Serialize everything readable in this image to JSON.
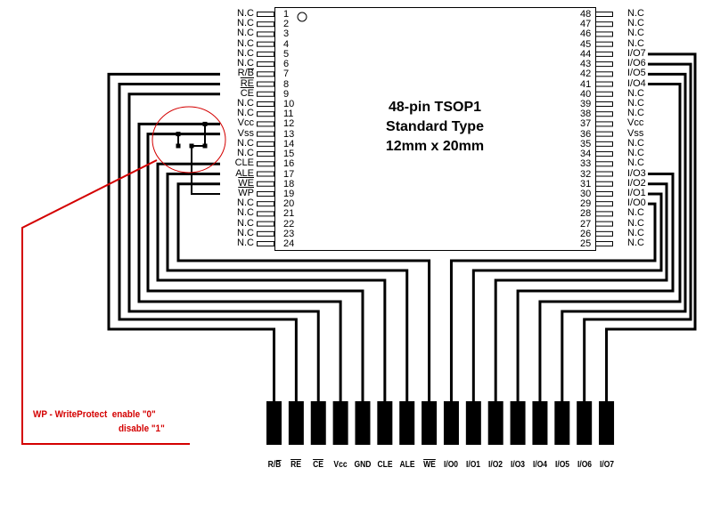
{
  "chip": {
    "title_lines": [
      "48-pin TSOP1",
      "Standard Type",
      "12mm x 20mm"
    ]
  },
  "left_pins": [
    {
      "num": "1",
      "label": "N.C"
    },
    {
      "num": "2",
      "label": "N.C"
    },
    {
      "num": "3",
      "label": "N.C"
    },
    {
      "num": "4",
      "label": "N.C"
    },
    {
      "num": "5",
      "label": "N.C"
    },
    {
      "num": "6",
      "label": "N.C"
    },
    {
      "num": "7",
      "label": "R/B",
      "overline": "B"
    },
    {
      "num": "8",
      "label": "RE",
      "overline": "all"
    },
    {
      "num": "9",
      "label": "CE",
      "overline": "all"
    },
    {
      "num": "10",
      "label": "N.C"
    },
    {
      "num": "11",
      "label": "N.C"
    },
    {
      "num": "12",
      "label": "Vcc"
    },
    {
      "num": "13",
      "label": "Vss"
    },
    {
      "num": "14",
      "label": "N.C"
    },
    {
      "num": "15",
      "label": "N.C"
    },
    {
      "num": "16",
      "label": "CLE"
    },
    {
      "num": "17",
      "label": "ALE"
    },
    {
      "num": "18",
      "label": "WE",
      "overline": "all"
    },
    {
      "num": "19",
      "label": "WP",
      "overline": "all"
    },
    {
      "num": "20",
      "label": "N.C"
    },
    {
      "num": "21",
      "label": "N.C"
    },
    {
      "num": "22",
      "label": "N.C"
    },
    {
      "num": "23",
      "label": "N.C"
    },
    {
      "num": "24",
      "label": "N.C"
    }
  ],
  "right_pins": [
    {
      "num": "48",
      "label": "N.C"
    },
    {
      "num": "47",
      "label": "N.C"
    },
    {
      "num": "46",
      "label": "N.C"
    },
    {
      "num": "45",
      "label": "N.C"
    },
    {
      "num": "44",
      "label": "I/O7"
    },
    {
      "num": "43",
      "label": "I/O6"
    },
    {
      "num": "42",
      "label": "I/O5"
    },
    {
      "num": "41",
      "label": "I/O4"
    },
    {
      "num": "40",
      "label": "N.C"
    },
    {
      "num": "39",
      "label": "N.C"
    },
    {
      "num": "38",
      "label": "N.C"
    },
    {
      "num": "37",
      "label": "Vcc"
    },
    {
      "num": "36",
      "label": "Vss"
    },
    {
      "num": "35",
      "label": "N.C"
    },
    {
      "num": "34",
      "label": "N.C"
    },
    {
      "num": "33",
      "label": "N.C"
    },
    {
      "num": "32",
      "label": "I/O3"
    },
    {
      "num": "31",
      "label": "I/O2"
    },
    {
      "num": "30",
      "label": "I/O1"
    },
    {
      "num": "29",
      "label": "I/O0"
    },
    {
      "num": "28",
      "label": "N.C"
    },
    {
      "num": "27",
      "label": "N.C"
    },
    {
      "num": "26",
      "label": "N.C"
    },
    {
      "num": "25",
      "label": "N.C"
    }
  ],
  "connector": {
    "pads": [
      {
        "label": "R/B",
        "overline": "B"
      },
      {
        "label": "RE",
        "overline": "all"
      },
      {
        "label": "CE",
        "overline": "all"
      },
      {
        "label": "Vcc"
      },
      {
        "label": "GND"
      },
      {
        "label": "CLE"
      },
      {
        "label": "ALE"
      },
      {
        "label": "WE",
        "overline": "all"
      },
      {
        "label": "I/O0"
      },
      {
        "label": "I/O1"
      },
      {
        "label": "I/O2"
      },
      {
        "label": "I/O3"
      },
      {
        "label": "I/O4"
      },
      {
        "label": "I/O5"
      },
      {
        "label": "I/O6"
      },
      {
        "label": "I/O7"
      }
    ]
  },
  "note": {
    "line1": "WP - WriteProtect  enable \"0\"",
    "line2": "disable \"1\"",
    "color": "#d40000"
  }
}
